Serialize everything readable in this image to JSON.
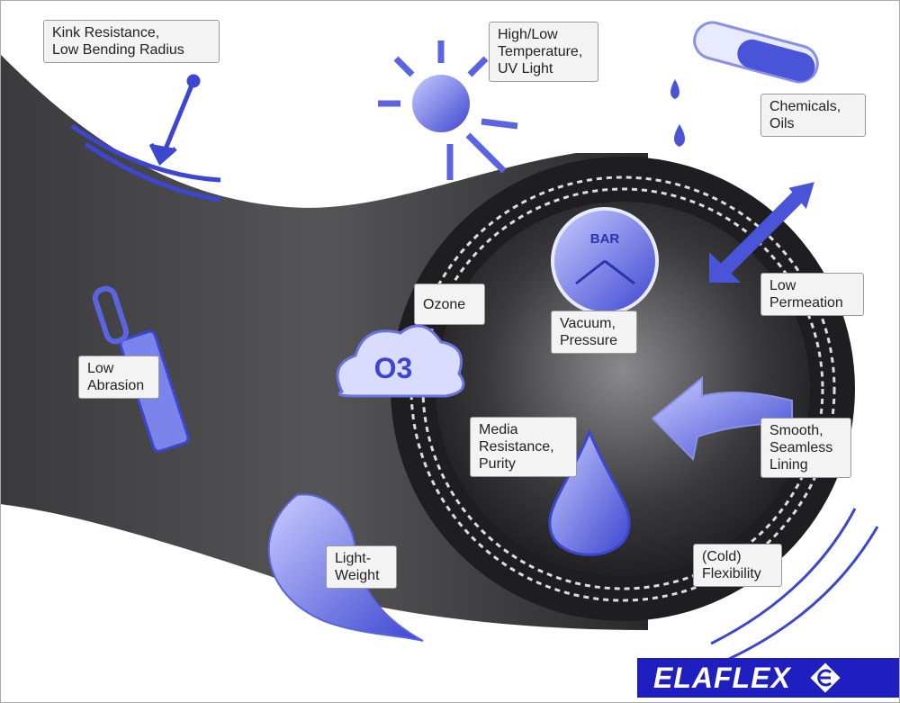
{
  "labels": {
    "kink": "Kink Resistance,\nLow Bending Radius",
    "temperature": "High/Low\nTemperature,\nUV Light",
    "chemicals": "Chemicals,\nOils",
    "permeation": "Low\nPermeation",
    "ozone": "Ozone",
    "pressure": "Vacuum,\nPressure",
    "abrasion": "Low\nAbrasion",
    "lining": "Smooth,\nSeamless\nLining",
    "media": "Media\nResistance,\nPurity",
    "weight": "Light-\nWeight",
    "flexibility": "(Cold)\nFlexibility"
  },
  "gauge_text": "BAR",
  "ozone_symbol": "O3",
  "brand": "ELAFLEX",
  "colors": {
    "accent": "#5a64e0",
    "hose": "#2a2a2c",
    "brand": "#1f1fbf"
  }
}
